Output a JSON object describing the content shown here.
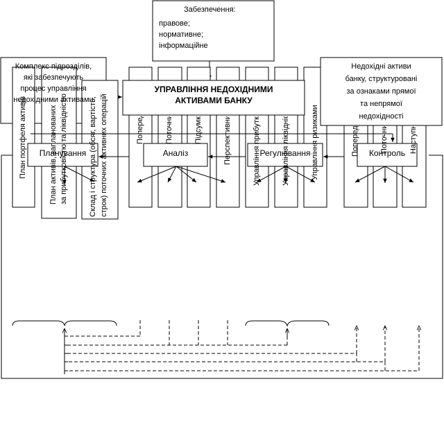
{
  "title": {
    "line1": "УПРАВЛІННЯ  НЕДОХІДНИМИ",
    "line2": "АКТИВАМИ БАНКУ"
  },
  "support": {
    "heading": "Забезпечення:",
    "items": [
      "правове;",
      "нормативне;",
      "інформаційне"
    ]
  },
  "complex": {
    "lines": [
      "Комплекс підрозділів,",
      "які забезпечують",
      "процес управління",
      "недохідними активами"
    ]
  },
  "nonincome_assets": {
    "lines": [
      "Недохідні активи",
      "банку, структуровані",
      "за ознаками прямої",
      "та непрямої",
      "недохідності"
    ]
  },
  "stages": {
    "planning": "Планування",
    "analysis": "Аналіз",
    "regulation": "Регулювання",
    "control": "Контроль"
  },
  "planning_items": {
    "portfolio_plan": "План портфеля активів",
    "planned_assets_l1": "План активів, запланованих",
    "planned_assets_l2": "за прибутковістю та ліквідністю",
    "structure_l1": "Склад і структура (обсяг, вартість,",
    "structure_l2": "строк) поточних активних операцій"
  },
  "analysis_items": {
    "preliminary": "Попередній",
    "current": "Поточний",
    "final": "Підсумковий",
    "perspective": "Перспективний"
  },
  "regulation_items": {
    "profitability": "Управління прибутковістю",
    "liquidity": "Управління ліквідністю",
    "risks": "Управління ризиками"
  },
  "control_items": {
    "preliminary": "Попередній",
    "current": "Поточний",
    "subsequent": "Наступний"
  }
}
